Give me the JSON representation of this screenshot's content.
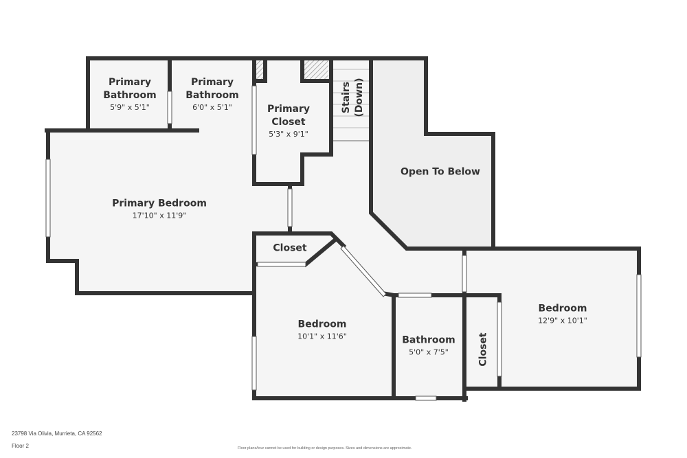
{
  "rooms": {
    "primary_bathroom_1": {
      "name": "Primary\nBathroom",
      "line1": "Primary",
      "line2": "Bathroom",
      "dims": "5'9\" x 5'1\""
    },
    "primary_bathroom_2": {
      "line1": "Primary",
      "line2": "Bathroom",
      "dims": "6'0\" x 5'1\""
    },
    "primary_closet": {
      "line1": "Primary",
      "line2": "Closet",
      "dims": "5'3\" x 9'1\""
    },
    "stairs": {
      "line1": "Stairs",
      "line2": "(Down)"
    },
    "open_to_below": {
      "name": "Open To Below"
    },
    "primary_bedroom": {
      "name": "Primary Bedroom",
      "dims": "17'10\" x 11'9\""
    },
    "closet": {
      "name": "Closet"
    },
    "bedroom_1": {
      "name": "Bedroom",
      "dims": "10'1\" x 11'6\""
    },
    "bathroom": {
      "name": "Bathroom",
      "dims": "5'0\" x 7'5\""
    },
    "closet_2": {
      "name": "Closet"
    },
    "bedroom_2": {
      "name": "Bedroom",
      "dims": "12'9\" x 10'1\""
    }
  },
  "footer": {
    "address": "23798 Via Olivia, Murrieta, CA 92562",
    "floor": "Floor 2",
    "disclaimer": "Floor plans/tour cannot be used for building or design purposes. Sizes and dimensions are approximate."
  },
  "colors": {
    "wall": "#333333",
    "floor": "#f5f5f5",
    "open_to_below": "#eeeeee"
  }
}
